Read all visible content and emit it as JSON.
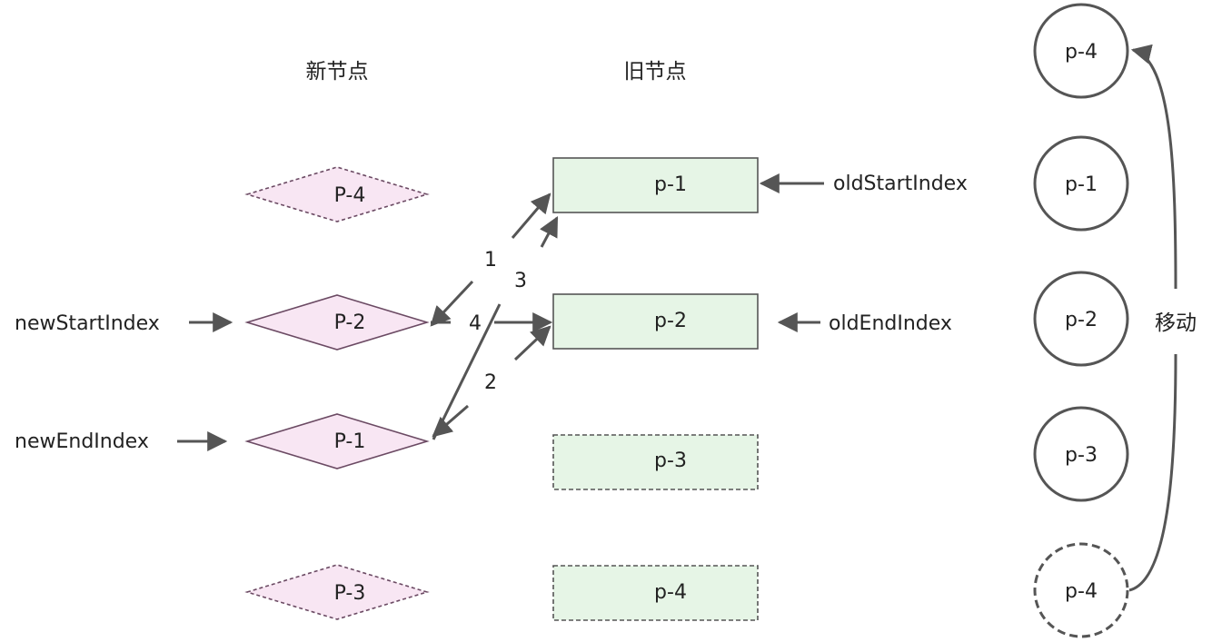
{
  "headers": {
    "new_nodes": "新节点",
    "old_nodes": "旧节点"
  },
  "new_nodes": [
    {
      "label": "P-4",
      "style": "dashed"
    },
    {
      "label": "P-2",
      "style": "solid"
    },
    {
      "label": "P-1",
      "style": "solid"
    },
    {
      "label": "P-3",
      "style": "dashed"
    }
  ],
  "old_nodes": [
    {
      "label": "p-1",
      "style": "solid"
    },
    {
      "label": "p-2",
      "style": "solid"
    },
    {
      "label": "p-3",
      "style": "dashed"
    },
    {
      "label": "p-4",
      "style": "dashed"
    }
  ],
  "result_nodes": [
    {
      "label": "p-4",
      "style": "solid"
    },
    {
      "label": "p-1",
      "style": "solid"
    },
    {
      "label": "p-2",
      "style": "solid"
    },
    {
      "label": "p-3",
      "style": "solid"
    },
    {
      "label": "p-4",
      "style": "dashed"
    }
  ],
  "pointers": {
    "new_start": "newStartIndex",
    "new_end": "newEndIndex",
    "old_start": "oldStartIndex",
    "old_end": "oldEndIndex"
  },
  "comparison_steps": [
    "1",
    "2",
    "3",
    "4"
  ],
  "move_label": "移动",
  "colors": {
    "diamond_fill": "#f8e6f3",
    "diamond_stroke": "#6b4a63",
    "rect_fill": "#e6f5e6",
    "rect_stroke": "#555555",
    "arrow": "#555555",
    "circle_stroke": "#555555"
  }
}
